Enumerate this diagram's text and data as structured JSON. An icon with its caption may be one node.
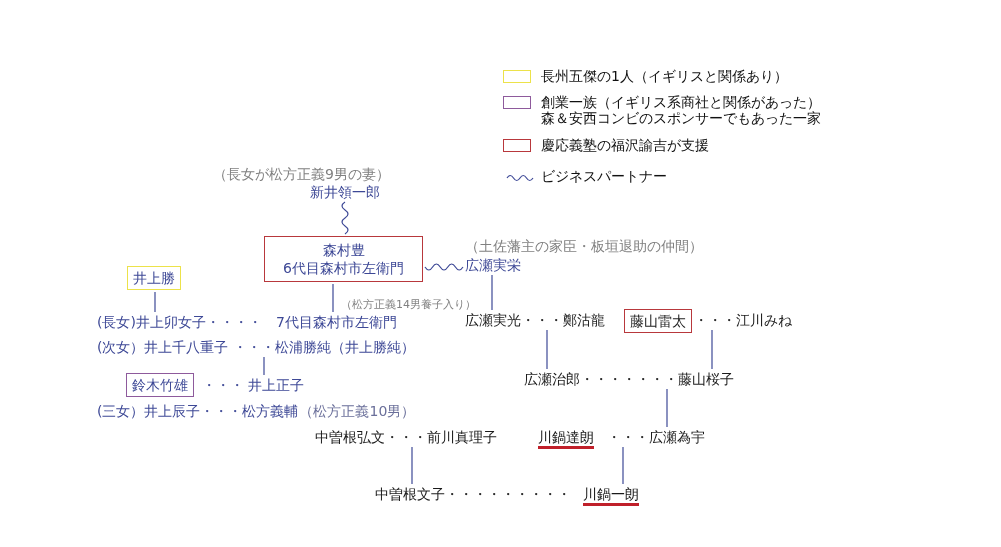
{
  "diagram": {
    "nodes": [
      {
        "text": [
          "新井領一郎"
        ],
        "beside": [
          "（長女が松方正義9男の妻）"
        ]
      },
      {
        "text": [
          "森村豊 6代目森村市左衛門"
        ]
      },
      {
        "text": [
          "広瀬実栄"
        ],
        "beside": [
          "（土佐藩主の家臣・板垣退助の仲間）"
        ]
      },
      {
        "text": [
          "井上勝"
        ]
      },
      {
        "text": [
          "(長女)井上卯女子・・・・　7代目森村市左衛門"
        ],
        "beside": [
          "（松方正義14男養子入り）"
        ]
      },
      {
        "text": [
          "(次女）井上千八重子 ・・・松浦勝純（井上勝純）"
        ]
      },
      {
        "text": [
          "鈴木竹雄"
        ]
      },
      {
        "text": [
          "・・・ 井上正子"
        ]
      },
      {
        "text": [
          "(三女）井上辰子・・・松方義輔"
        ],
        "beside": [
          "（松方正義10男）"
        ]
      },
      {
        "text": [
          "広瀬実光・・・鄭沽龍"
        ]
      },
      {
        "text": [
          "藤山雷太"
        ]
      },
      {
        "text": [
          "・・・江川みね"
        ]
      },
      {
        "text": [
          "広瀬治郎・・・・・・・藤山桜子"
        ]
      },
      {
        "text": [
          "中曽根弘文・・・前川真理子"
        ]
      },
      {
        "text": [
          "川鍋達朗"
        ]
      },
      {
        "text": [
          "・・・広瀬為宇"
        ]
      },
      {
        "text": [
          "中曽根文子・・・・・・・・・"
        ]
      },
      {
        "text": [
          "川鍋一朗"
        ]
      }
    ],
    "edges": [
      {
        "from": 0,
        "to": 1,
        "arrow": "none"
      },
      {
        "from": 1,
        "to": 2,
        "arrow": "none"
      },
      {
        "from": 1,
        "to": 4,
        "arrow": "none"
      },
      {
        "from": 3,
        "to": 4,
        "arrow": "none"
      },
      {
        "from": 2,
        "to": 9,
        "arrow": "none"
      },
      {
        "from": 5,
        "to": 7,
        "arrow": "none"
      },
      {
        "from": 9,
        "to": 12,
        "arrow": "none"
      },
      {
        "from": 11,
        "to": 12,
        "arrow": "none"
      },
      {
        "from": 12,
        "to": 15,
        "arrow": "none"
      },
      {
        "from": 13,
        "to": 16,
        "arrow": "none"
      },
      {
        "from": 15,
        "to": 17,
        "arrow": "none"
      }
    ],
    "legend": [
      {
        "text": "長州五傑の1人（イギリスと関係あり）",
        "color": "#ece24a"
      },
      {
        "text": "創業一族（イギリス系商社と関係があった）森＆安西コンビのスポンサーでもあった一家",
        "color": "#8e5a9c"
      },
      {
        "text": "慶応義塾の福沢諭吉が支援",
        "color": "#b8383c"
      },
      {
        "text": "ビジネスパートナー"
      }
    ]
  }
}
